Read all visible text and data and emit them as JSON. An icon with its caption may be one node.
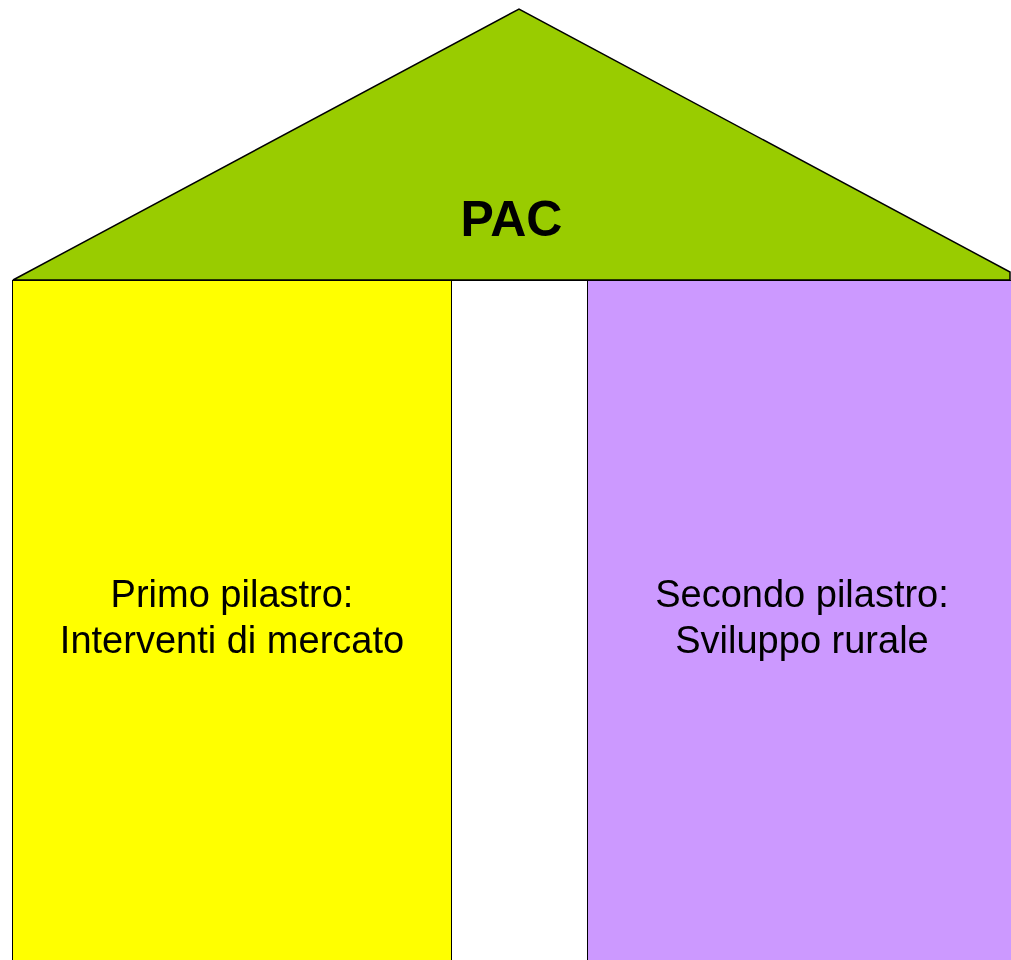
{
  "diagram": {
    "nodes": [
      {
        "text": [
          "PAC"
        ]
      },
      {
        "text": [
          "Primo pilastro: Interventi di mercato"
        ]
      },
      {
        "text": [],
        "shape": "box"
      },
      {
        "text": [
          "Secondo pilastro: Sviluppo rurale"
        ]
      }
    ]
  }
}
